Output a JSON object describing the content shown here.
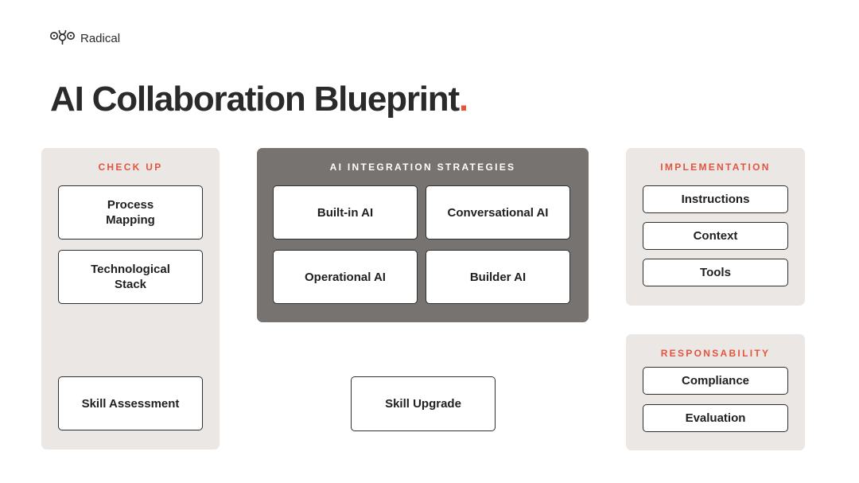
{
  "brand": {
    "name": "Radical",
    "icon": "radical-logo-icon"
  },
  "title": {
    "text": "AI Collaboration Blueprint",
    "accent": "."
  },
  "colors": {
    "accent": "#e2553f",
    "panel_light": "#ebe7e5",
    "panel_dark": "#767370",
    "box_border": "#2e2e2e"
  },
  "check_up": {
    "heading": "CHECK UP",
    "items": [
      "Process Mapping",
      "Technological Stack"
    ],
    "skill_assessment": "Skill Assessment"
  },
  "integration": {
    "heading": "AI INTEGRATION STRATEGIES",
    "items": [
      "Built-in AI",
      "Conversational AI",
      "Operational AI",
      "Builder AI"
    ]
  },
  "skill_upgrade": "Skill Upgrade",
  "implementation": {
    "heading": "IMPLEMENTATION",
    "items": [
      "Instructions",
      "Context",
      "Tools"
    ]
  },
  "responsability": {
    "heading": "RESPONSABILITY",
    "items": [
      "Compliance",
      "Evaluation"
    ]
  }
}
